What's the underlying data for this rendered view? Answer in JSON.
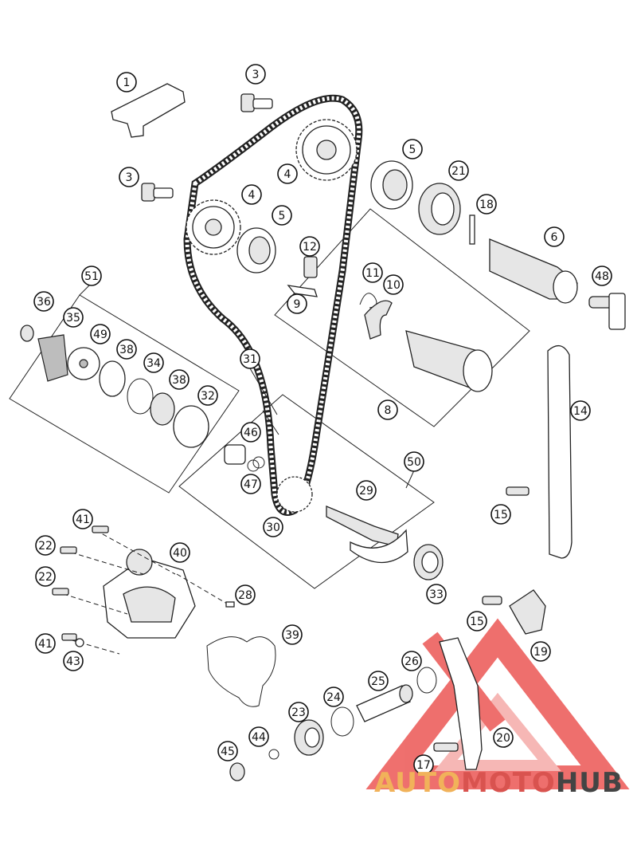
{
  "callouts": [
    {
      "n": "1"
    },
    {
      "n": "3"
    },
    {
      "n": "3"
    },
    {
      "n": "4"
    },
    {
      "n": "4"
    },
    {
      "n": "5"
    },
    {
      "n": "5"
    },
    {
      "n": "21"
    },
    {
      "n": "18"
    },
    {
      "n": "6"
    },
    {
      "n": "48"
    },
    {
      "n": "12"
    },
    {
      "n": "11"
    },
    {
      "n": "10"
    },
    {
      "n": "9"
    },
    {
      "n": "8"
    },
    {
      "n": "51"
    },
    {
      "n": "36"
    },
    {
      "n": "35"
    },
    {
      "n": "49"
    },
    {
      "n": "38"
    },
    {
      "n": "34"
    },
    {
      "n": "38"
    },
    {
      "n": "32"
    },
    {
      "n": "31"
    },
    {
      "n": "14"
    },
    {
      "n": "46"
    },
    {
      "n": "47"
    },
    {
      "n": "50"
    },
    {
      "n": "29"
    },
    {
      "n": "30"
    },
    {
      "n": "15"
    },
    {
      "n": "41"
    },
    {
      "n": "22"
    },
    {
      "n": "40"
    },
    {
      "n": "22"
    },
    {
      "n": "28"
    },
    {
      "n": "33"
    },
    {
      "n": "15"
    },
    {
      "n": "19"
    },
    {
      "n": "39"
    },
    {
      "n": "41"
    },
    {
      "n": "43"
    },
    {
      "n": "26"
    },
    {
      "n": "25"
    },
    {
      "n": "24"
    },
    {
      "n": "23"
    },
    {
      "n": "44"
    },
    {
      "n": "45"
    },
    {
      "n": "20"
    },
    {
      "n": "17"
    }
  ],
  "watermark": {
    "part1": "AUTO",
    "part2": "MOTO",
    "part3": "HUB"
  },
  "colors": {
    "triangle_outer": "#e9403d",
    "triangle_inner": "#f3a09d",
    "watermark_auto": "#f1b25a",
    "watermark_moto": "#d9534f",
    "watermark_hub": "#444444"
  }
}
